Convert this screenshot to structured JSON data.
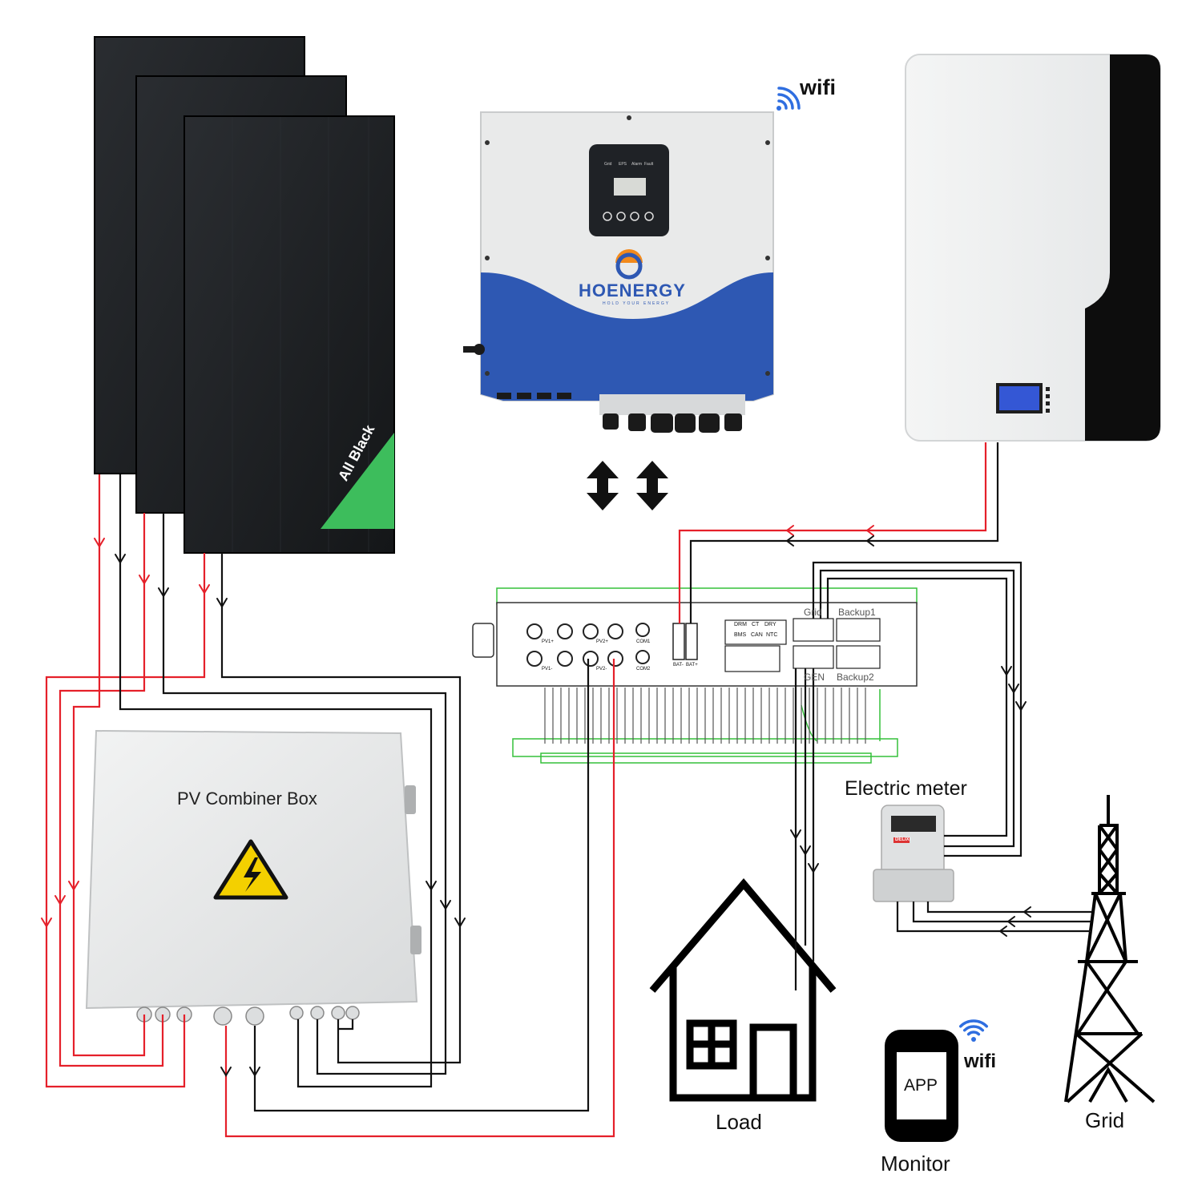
{
  "labels": {
    "wifi_inverter": "wifi",
    "brand_name": "HOENERGY",
    "brand_tagline": "HOLD YOUR ENERGY",
    "inverter_led_1": "Grid",
    "inverter_led_2": "EPS",
    "inverter_led_3": "Alarm",
    "inverter_led_4": "Fault",
    "panel_badge": "All Black",
    "combiner_box": "PV Combiner Box",
    "pv1_plus": "PV1+",
    "pv2_plus": "PV2+",
    "pv1_minus": "PV1-",
    "pv2_minus": "PV2-",
    "com1": "COM1",
    "com2": "COM2",
    "bat_minus": "BAT-",
    "bat_plus": "BAT+",
    "drm": "DRM",
    "ct": "CT",
    "dry": "DRY",
    "bms": "BMS",
    "can": "CAN",
    "ntc": "NTC",
    "grid_terminal": "Grid",
    "backup1": "Backup1",
    "gen": "GEN",
    "backup2": "Backup2",
    "electric_meter": "Electric meter",
    "meter_brand": "DELIXI",
    "load": "Load",
    "grid": "Grid",
    "app": "APP",
    "wifi_monitor": "wifi",
    "monitor": "Monitor"
  },
  "colors": {
    "dc_positive": "#e5202a",
    "dc_negative": "#111111",
    "inverter_blue": "#2e58b3",
    "panel": "#1b1d20",
    "badge_green": "#3dbd5c",
    "wifi_blue": "#2f6ee0",
    "warning_yellow": "#f4d000",
    "schematic_green": "#35c03a"
  },
  "icons": {
    "wifi": "wifi-icon",
    "warning": "high-voltage-warning-icon",
    "house": "house-icon",
    "tower": "transmission-tower-icon",
    "phone": "smartphone-icon",
    "arrows": "bidirectional-arrow-icon"
  }
}
